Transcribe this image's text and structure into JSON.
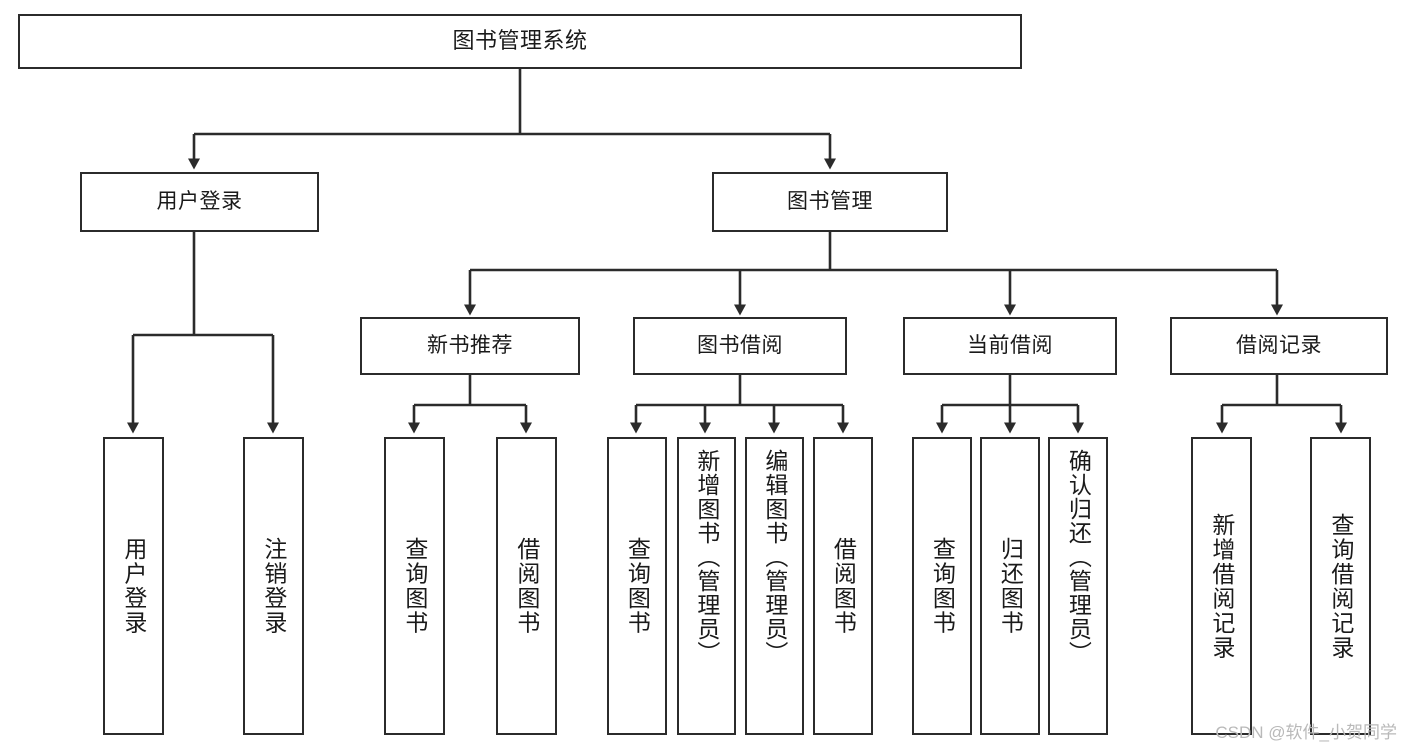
{
  "diagram": {
    "title": "图书管理系统",
    "type": "tree",
    "colors": {
      "stroke": "#2b2b2b",
      "fill": "#ffffff",
      "text": "#1a1a1a",
      "watermark": "#b9b9b9"
    },
    "root": {
      "label": "图书管理系统"
    },
    "level1": [
      {
        "label": "用户登录"
      },
      {
        "label": "图书管理"
      }
    ],
    "level2": [
      {
        "label": "新书推荐"
      },
      {
        "label": "图书借阅"
      },
      {
        "label": "当前借阅"
      },
      {
        "label": "借阅记录"
      }
    ],
    "leaves": {
      "user_login": [
        {
          "label": "用户登录"
        },
        {
          "label": "注销登录"
        }
      ],
      "new_book_recommend": [
        {
          "label": "查询图书"
        },
        {
          "label": "借阅图书"
        }
      ],
      "book_borrow": [
        {
          "label": "查询图书"
        },
        {
          "label": "新增图书（管理员）"
        },
        {
          "label": "编辑图书（管理员）"
        },
        {
          "label": "借阅图书"
        }
      ],
      "current_borrow": [
        {
          "label": "查询图书"
        },
        {
          "label": "归还图书"
        },
        {
          "label": "确认归还（管理员）"
        }
      ],
      "borrow_record": [
        {
          "label": "新增借阅记录"
        },
        {
          "label": "查询借阅记录"
        }
      ]
    }
  },
  "watermark": {
    "text": "CSDN @软件_小贺同学"
  }
}
